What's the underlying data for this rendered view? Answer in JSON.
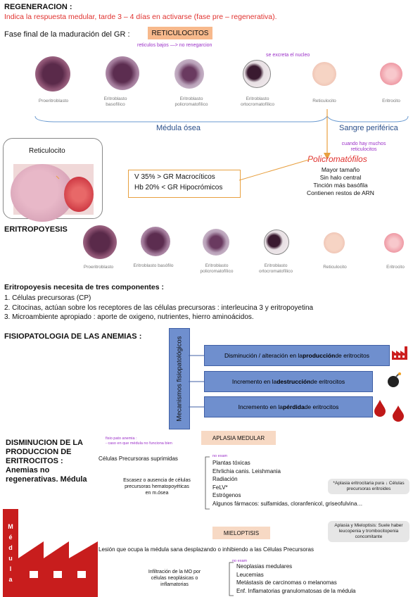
{
  "regen": {
    "title": "REGENERACION :",
    "subtitle": "Indica la respuesta medular, tarde 3 – 4 días en activarse (fase pre – regenerativa).",
    "phase_label": "Fase final de la maduración del GR :",
    "phase_tag": "RETICULOCITOS",
    "note_low": "reticulos bajos —> no renegarcion",
    "note_nucleus": "se excreta el nucleo",
    "cells": [
      "Proeritroblasto",
      "Eritroblasto basofílico",
      "Eritroblasto policromatofílico",
      "Eritroblasto ortocromatofílico",
      "Reticulocito",
      "Eritrocito"
    ],
    "marrow_label": "Médula ósea",
    "blood_label": "Sangre periférica",
    "note_many": "cuando hay muchos reticulocitos",
    "poly_title": "Policromatófilos",
    "poly_items": [
      "Mayor tamaño",
      "Sin halo central",
      "Tinción más basófila",
      "Contienen restos de ARN"
    ],
    "reticulocyte_box_label": "Reticulocito",
    "info_line1": "V 35% > GR Macrocíticos",
    "info_line2": "Hb 20% < GR Hipocrómicos"
  },
  "eritro": {
    "title": "ERITROPOYESIS",
    "cells": [
      "Proeritroblasto",
      "Eritroblasto basófilo",
      "Eritroblasto policromatofílico",
      "Eritroblasto ortocromatofílico",
      "Reticulocito",
      "Eritrocito"
    ],
    "components_title": "Eritropoyesis necesita de tres componentes :",
    "components": [
      "1. Células precursoras (CP)",
      "2. Citocinas, actúan sobre los receptores de las células precursoras : interleucina 3 y eritropoyetina",
      "3. Microambiente apropiado : aporte de oxigeno, nutrientes, hierro aminoácidos."
    ]
  },
  "fisio": {
    "title": "FISIOPATOLOGIA DE LAS ANEMIAS :",
    "vertical": "Mecanismos fisiopatológicos",
    "bars": [
      {
        "pre": "Disminución / alteración en la ",
        "bold": "producción",
        "post": " de eritrocitos"
      },
      {
        "pre": "Incremento en la ",
        "bold": "destrucción",
        "post": " de eritrocitos"
      },
      {
        "pre": "Incremento en la ",
        "bold": "pérdida",
        "post": " de eritrocitos"
      }
    ]
  },
  "dism": {
    "title_lines": [
      "DISMINUCION DE LA",
      "PRODUCCION DE",
      "ERITROCITOS :"
    ],
    "sub_lines": [
      "Anemias no",
      "regenerativas. Médula"
    ],
    "fisio_note": "fisio pato anemia :",
    "fisio_note2": "- caso en que médula no funciona bien",
    "factory_letters": [
      "M",
      "é",
      "d",
      "u",
      "l",
      "a"
    ],
    "aplasia_tag": "APLASIA MEDULAR",
    "supp_label": "Células Precursoras suprimidas",
    "escasez": "Escasez o ausencia de células precursoras hematopoyéticas en m.ósea",
    "no_exam": "no exam",
    "aplasia_list": [
      "Plantas tóxicas",
      "Ehrlichia canis. Leishmania",
      "Radiación",
      "FeLV*",
      "Estrógenos",
      "Algunos fármacos: sulfamidas, cloranfenicol, griseofulvina…"
    ],
    "aplasia_note": "*Aplasia eritrocitaria pura ↓ Células precursoras eritroides",
    "mielo_tag": "MIELOPTISIS",
    "mielo_note": "Aplasia y Mieloptisis: Suele haber leucopenia y trombocitopenia concomitante",
    "lesion": "Lesión que ocupa la médula sana desplazando o inhibiendo a las Células Precursoras",
    "infiltracion": "Infiltración de la MO por células neoplásicas o inflamatorias",
    "mielo_list": [
      "Neoplasias medulares",
      "Leucemias",
      "Metástasis de carcinomas o melanomas",
      "Enf. Inflamatorias granulomatosas de la médula"
    ]
  },
  "colors": {
    "accent_red": "#e0322f",
    "purple": "#9b30c8",
    "bar_blue": "#6f8fce",
    "tag_peach": "#f7d9c4",
    "orange": "#e8a040"
  }
}
